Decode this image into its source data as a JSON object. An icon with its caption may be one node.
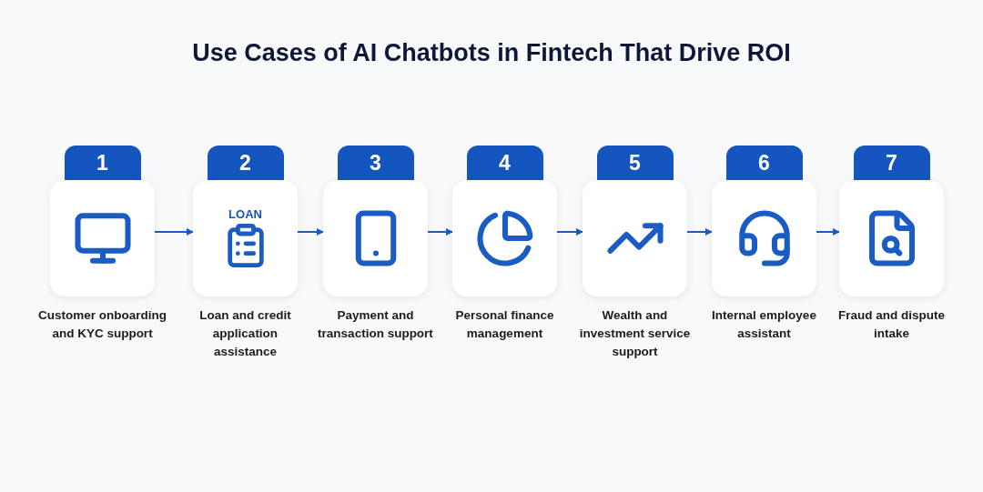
{
  "diagram": {
    "title": "Use Cases of AI Chatbots in Fintech That Drive ROI",
    "nodes": [
      {
        "text": [
          "1"
        ],
        "beside": [
          "Customer onboarding and KYC support"
        ]
      },
      {
        "text": [
          "2"
        ],
        "beside": [
          "Loan and credit application assistance"
        ]
      },
      {
        "text": [
          "3"
        ],
        "beside": [
          "Payment and transaction support"
        ]
      },
      {
        "text": [
          "4"
        ],
        "beside": [
          "Personal finance management"
        ]
      },
      {
        "text": [
          "5"
        ],
        "beside": [
          "Wealth and investment service support"
        ]
      },
      {
        "text": [
          "6"
        ],
        "beside": [
          "Internal employee assistant"
        ]
      },
      {
        "text": [
          "7"
        ],
        "beside": [
          "Fraud and dispute intake"
        ]
      }
    ],
    "edges": [
      {
        "from": 0,
        "to": 1,
        "arrow": "to"
      },
      {
        "from": 1,
        "to": 2,
        "arrow": "to"
      },
      {
        "from": 2,
        "to": 3,
        "arrow": "to"
      },
      {
        "from": 3,
        "to": 4,
        "arrow": "to"
      },
      {
        "from": 4,
        "to": 5,
        "arrow": "to"
      },
      {
        "from": 5,
        "to": 6,
        "arrow": "to"
      }
    ],
    "labels": [
      "LOAN"
    ]
  }
}
